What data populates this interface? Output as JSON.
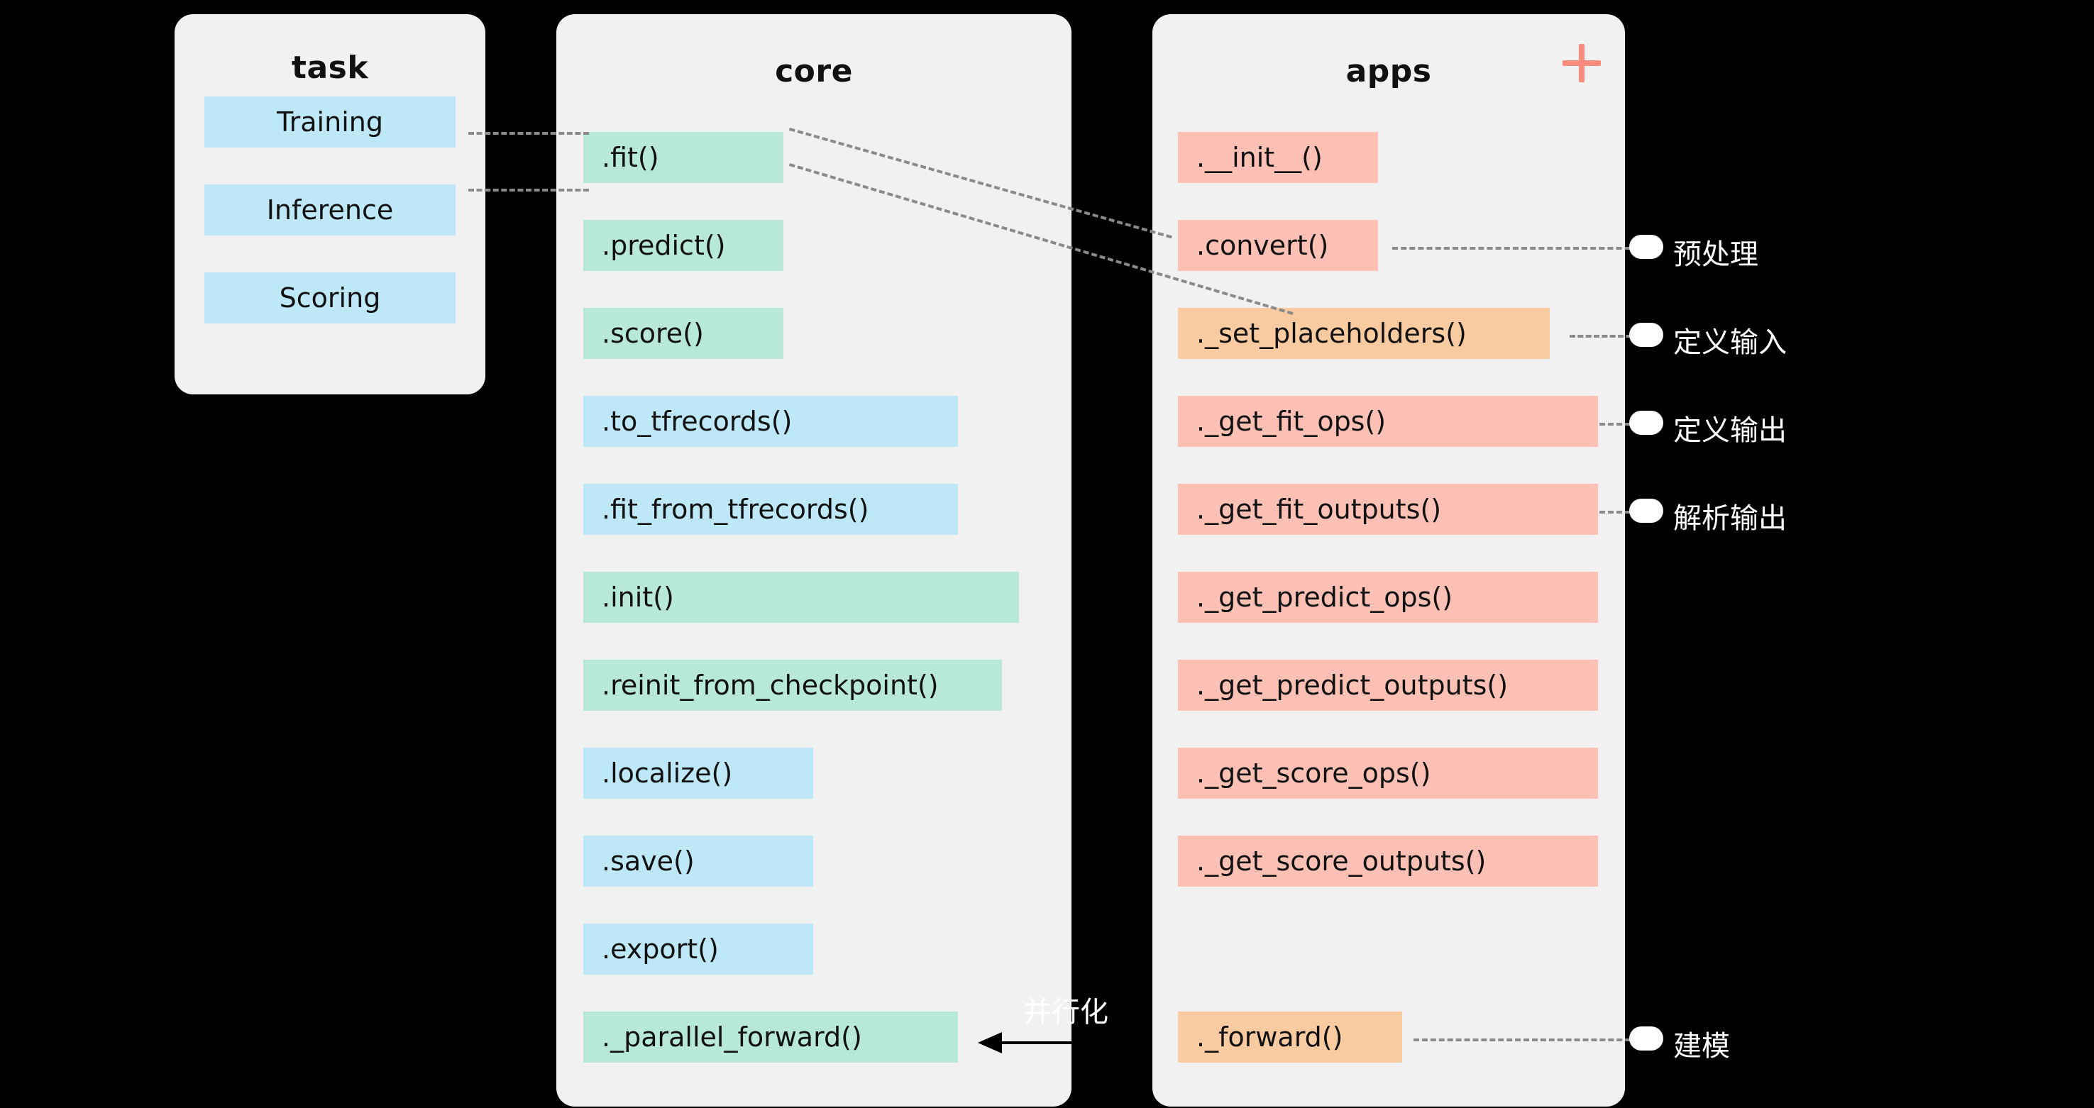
{
  "panels": {
    "task": {
      "title": "task",
      "items": [
        {
          "label": "Training",
          "color": "blue"
        },
        {
          "label": "Inference",
          "color": "blue"
        },
        {
          "label": "Scoring",
          "color": "blue"
        }
      ]
    },
    "core": {
      "title": "core",
      "items": [
        {
          "label": ".fit()",
          "color": "mint"
        },
        {
          "label": ".predict()",
          "color": "mint"
        },
        {
          "label": ".score()",
          "color": "mint"
        },
        {
          "label": ".to_tfrecords()",
          "color": "blue"
        },
        {
          "label": ".fit_from_tfrecords()",
          "color": "blue"
        },
        {
          "label": ".init()",
          "color": "mint"
        },
        {
          "label": ".reinit_from_checkpoint()",
          "color": "mint"
        },
        {
          "label": ".localize()",
          "color": "blue"
        },
        {
          "label": ".save()",
          "color": "blue"
        },
        {
          "label": ".export()",
          "color": "blue"
        },
        {
          "label": "._parallel_forward()",
          "color": "mint"
        }
      ]
    },
    "apps": {
      "title": "apps",
      "add_icon": "plus-icon",
      "items": [
        {
          "label": ".__init__()",
          "color": "pink"
        },
        {
          "label": ".convert()",
          "color": "pink"
        },
        {
          "label": "._set_placeholders()",
          "color": "peach"
        },
        {
          "label": "._get_fit_ops()",
          "color": "pink"
        },
        {
          "label": "._get_fit_outputs()",
          "color": "pink"
        },
        {
          "label": "._get_predict_ops()",
          "color": "pink"
        },
        {
          "label": "._get_predict_outputs()",
          "color": "pink"
        },
        {
          "label": "._get_score_ops()",
          "color": "pink"
        },
        {
          "label": "._get_score_outputs()",
          "color": "pink"
        },
        {
          "label": "._forward()",
          "color": "peach"
        }
      ]
    }
  },
  "annotations": {
    "right": [
      {
        "label": "预处理"
      },
      {
        "label": "定义输入"
      },
      {
        "label": "定义输出"
      },
      {
        "label": "解析输出"
      },
      {
        "label": "建模"
      }
    ],
    "parallel": "并行化"
  },
  "colors": {
    "blue": "#BEE8F8",
    "mint": "#B8E8D8",
    "pink": "#FCC0B4",
    "peach": "#FACBA0",
    "panel": "#F1F1F1",
    "accent": "#F98C7D",
    "background": "#000000",
    "connector": "#8A8A8A"
  }
}
